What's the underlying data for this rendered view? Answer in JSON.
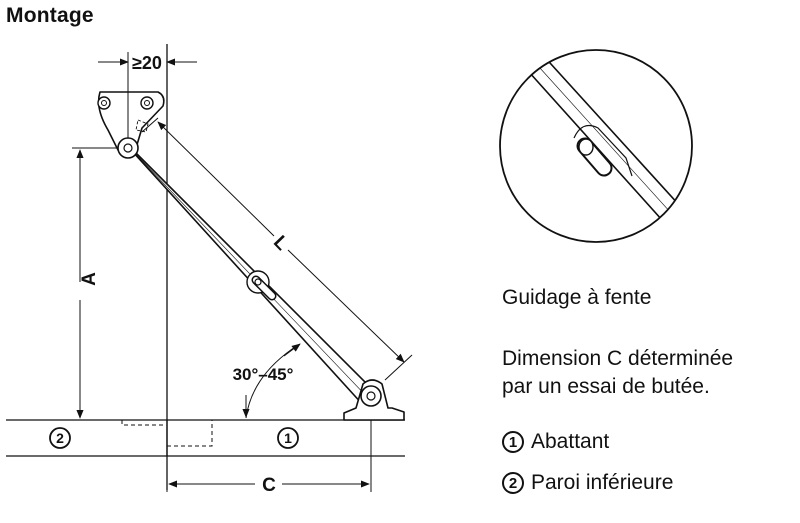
{
  "title": "Montage",
  "labels": {
    "min_gap": "≥20",
    "dim_a": "A",
    "dim_l": "L",
    "dim_c": "C",
    "angle": "30°–45°",
    "part_1": "1",
    "part_2": "2"
  },
  "detail": {
    "caption": "Guidage à fente"
  },
  "note": {
    "line1": "Dimension C déterminée",
    "line2": "par un essai de butée."
  },
  "legend": [
    {
      "num": "1",
      "text": "Abattant"
    },
    {
      "num": "2",
      "text": "Paroi inférieure"
    }
  ],
  "colors": {
    "stroke": "#111111",
    "fill": "#ffffff"
  }
}
